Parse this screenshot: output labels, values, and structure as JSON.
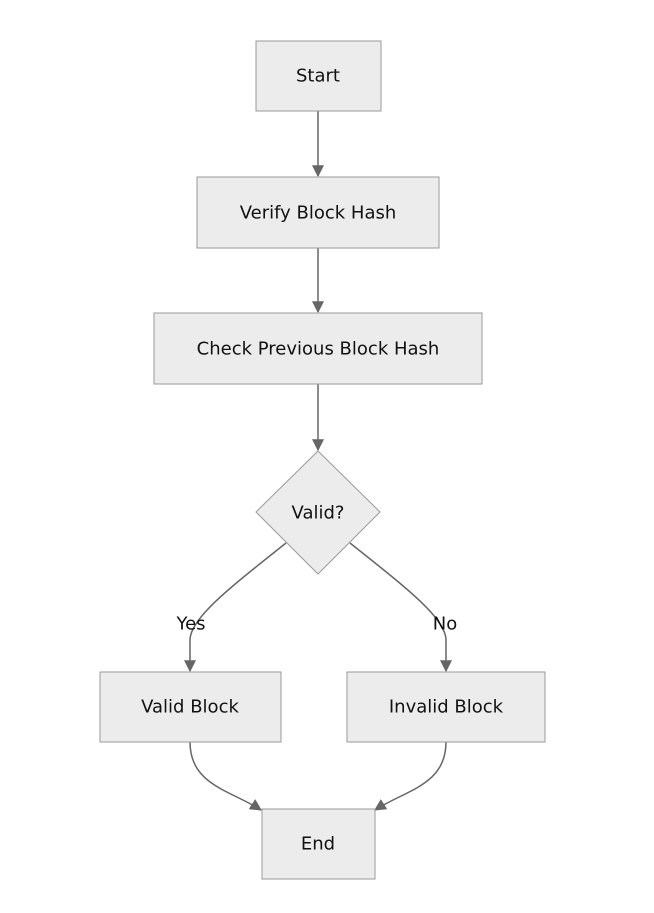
{
  "diagram": {
    "nodes": {
      "start": "Start",
      "verify": "Verify Block Hash",
      "check": "Check Previous Block Hash",
      "decision": "Valid?",
      "valid": "Valid Block",
      "invalid": "Invalid Block",
      "end": "End"
    },
    "edges": {
      "yes_label": "Yes",
      "no_label": "No"
    },
    "colors": {
      "node_fill": "#ececec",
      "node_stroke": "#9a9a9a",
      "edge": "#666666"
    }
  }
}
